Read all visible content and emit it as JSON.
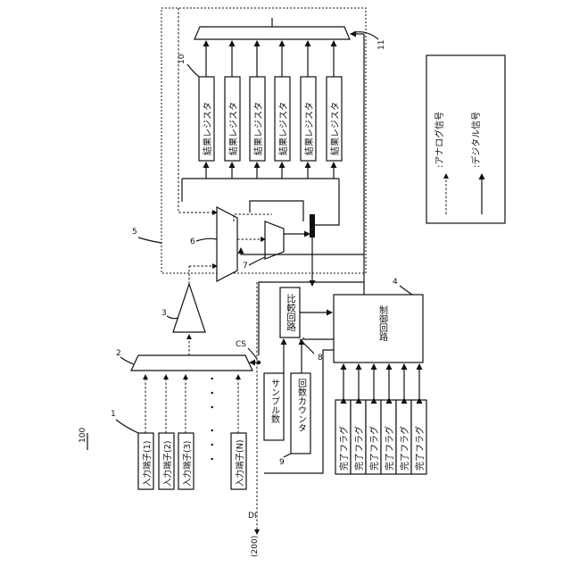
{
  "figure_label": "100",
  "output_label": "(200)",
  "di_label": "DI",
  "cs_label": "CS",
  "input_group_ref": "1",
  "input_terminals": [
    "入力端子(1)",
    "入力端子(2)",
    "入力端子(3)",
    "入力端子(N)"
  ],
  "ellipsis": "・・・",
  "mux_ref": "2",
  "amp_ref": "3",
  "control_ref": "4",
  "dashed_block_ref": "5",
  "mux2_ref": "6",
  "adc_ref": "7",
  "comparator_ref": "8",
  "counter_ref": "9",
  "registers_ref": "10",
  "register_mux_ref": "11",
  "comparator_label": "比較回路",
  "control_label": "制御回路",
  "sample_count_label": "サンプル数",
  "counter_label": "回数カウンタ",
  "result_registers": [
    "結果レジスタ",
    "結果レジスタ",
    "結果レジスタ",
    "結果レジスタ",
    "結果レジスタ",
    "結果レジスタ"
  ],
  "done_flags": [
    "完了フラグ",
    "完了フラグ",
    "完了フラグ",
    "完了フラグ",
    "完了フラグ",
    "完了フラグ"
  ],
  "legend": {
    "analog_label": ":アナログ信号",
    "digital_label": ":デジタル信号"
  }
}
